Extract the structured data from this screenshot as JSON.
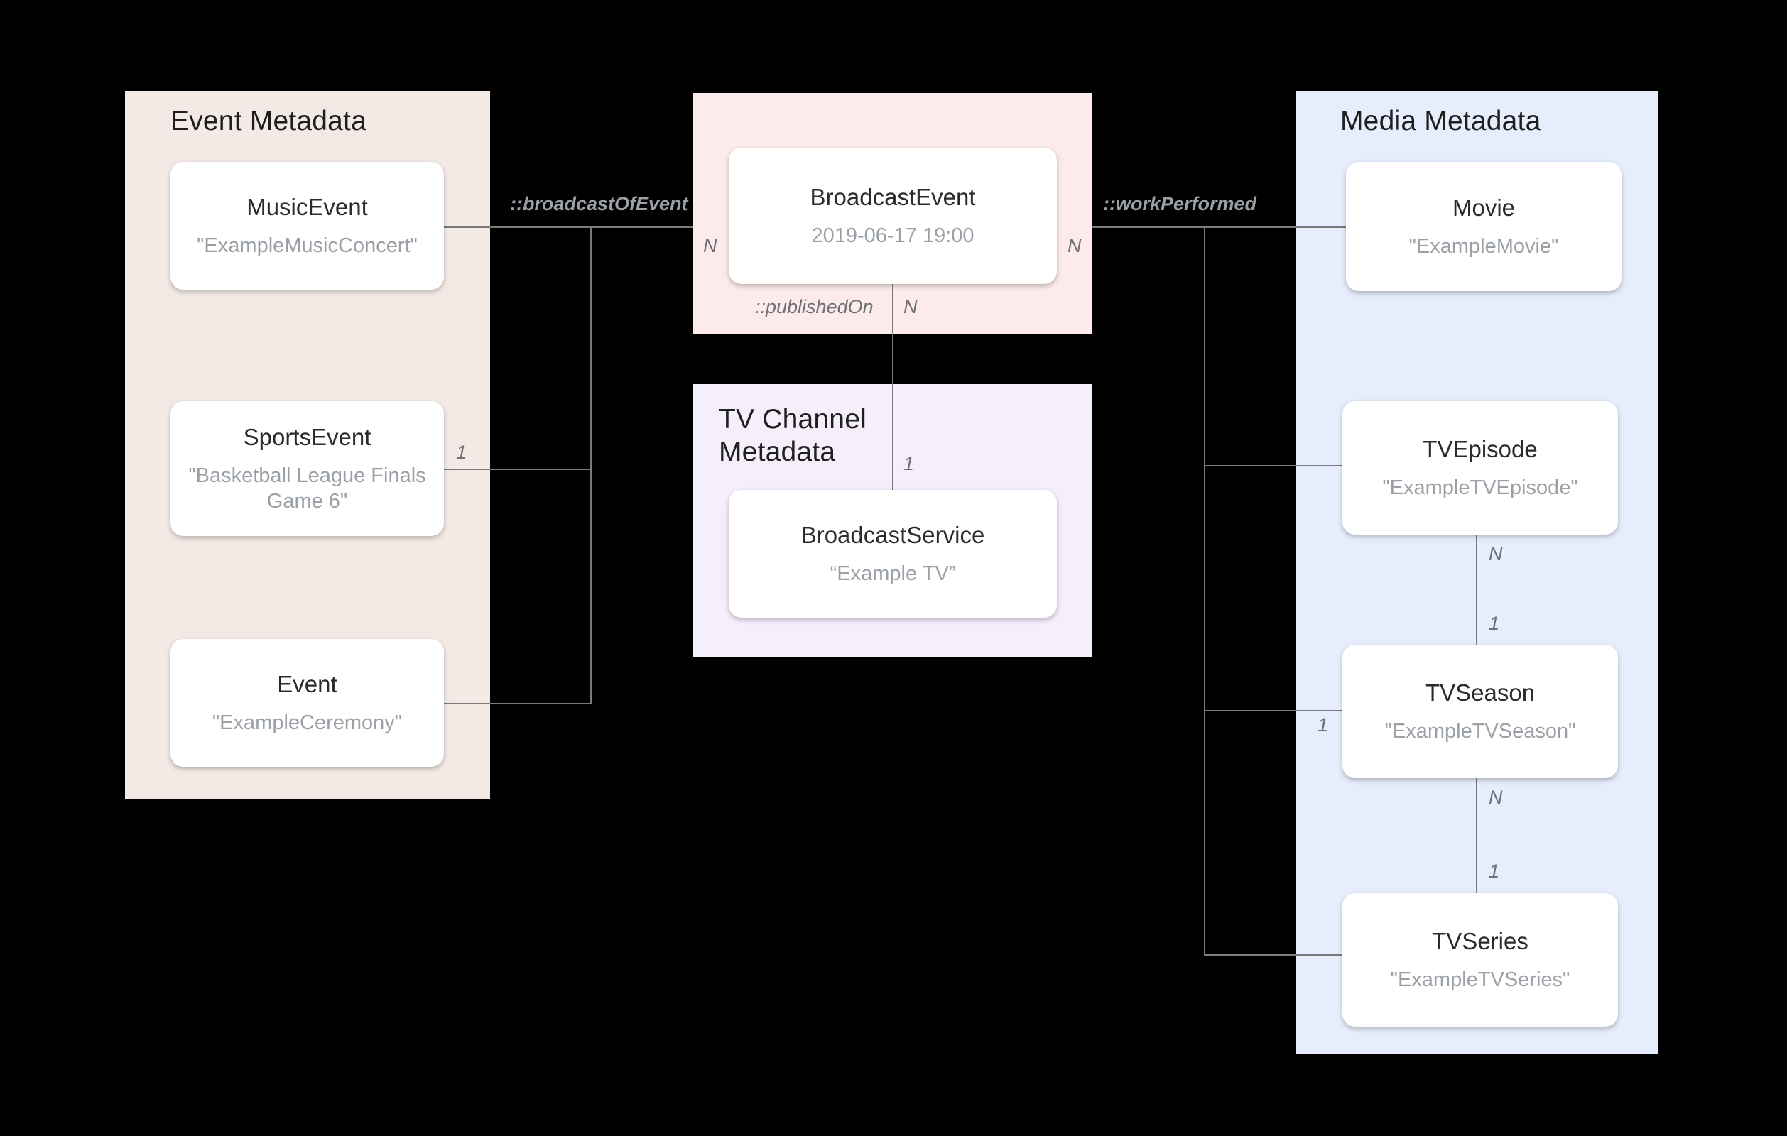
{
  "diagram": {
    "title_event_group": "Event Metadata",
    "title_broadcast_group": "",
    "title_tvchannel_group": "TV Channel\nMetadata",
    "title_media_group": "Media Metadata",
    "colors": {
      "event_group_bg": "#f3eae5",
      "broadcast_group_bg": "#fdeaea",
      "tvchannel_group_bg": "#f5eefb",
      "media_group_bg": "#e6edfc",
      "card_bg": "#ffffff",
      "card_title": "#2b2b2b",
      "card_value": "#9aa0a6",
      "edge_line": "#7a7a7a",
      "edge_label": "#9aa0a6",
      "page_bg": "#000000"
    },
    "nodes": [
      {
        "id": "music-event",
        "title": "MusicEvent",
        "value": "\"ExampleMusicConcert\""
      },
      {
        "id": "sports-event",
        "title": "SportsEvent",
        "value": "\"Basketball League Finals Game 6\""
      },
      {
        "id": "event",
        "title": "Event",
        "value": "\"ExampleCeremony\""
      },
      {
        "id": "broadcast-event",
        "title": "BroadcastEvent",
        "value": "2019-06-17 19:00"
      },
      {
        "id": "broadcast-service",
        "title": "BroadcastService",
        "value": "“Example TV”"
      },
      {
        "id": "movie",
        "title": "Movie",
        "value": "\"ExampleMovie\""
      },
      {
        "id": "tv-episode",
        "title": "TVEpisode",
        "value": "\"ExampleTVEpisode\""
      },
      {
        "id": "tv-season",
        "title": "TVSeason",
        "value": "\"ExampleTVSeason\""
      },
      {
        "id": "tv-series",
        "title": "TVSeries",
        "value": "\"ExampleTVSeries\""
      }
    ],
    "relations": [
      {
        "id": "broadcast-of-event",
        "label": "::broadcastOfEvent",
        "from": "broadcast-event",
        "to": "music-event/sports-event/event",
        "from_cardinality": "N",
        "to_cardinality": "1"
      },
      {
        "id": "work-performed",
        "label": "::workPerformed",
        "from": "broadcast-event",
        "to": "movie/tv-episode/tv-season/tv-series",
        "from_cardinality": "N",
        "to_cardinality": "1"
      },
      {
        "id": "published-on",
        "label": "::publishedOn",
        "from": "broadcast-event",
        "to": "broadcast-service",
        "from_cardinality": "N",
        "to_cardinality": "1"
      },
      {
        "id": "episode-in-season",
        "label": "",
        "from": "tv-episode",
        "to": "tv-season",
        "from_cardinality": "N",
        "to_cardinality": "1"
      },
      {
        "id": "season-in-series",
        "label": "",
        "from": "tv-season",
        "to": "tv-series",
        "from_cardinality": "N",
        "to_cardinality": "1"
      }
    ],
    "edge_labels": {
      "broadcast_of_event": "::broadcastOfEvent",
      "work_performed": "::workPerformed",
      "published_on": "::publishedOn"
    },
    "cardinalities": {
      "broadcast_left_n": "N",
      "broadcast_right_n": "N",
      "broadcast_bottom_n": "N",
      "sports_event_one": "1",
      "broadcast_service_one": "1",
      "tv_episode_n": "N",
      "tv_season_one_top": "1",
      "tv_season_one_left": "1",
      "tv_season_n": "N",
      "tv_series_one": "1"
    }
  }
}
